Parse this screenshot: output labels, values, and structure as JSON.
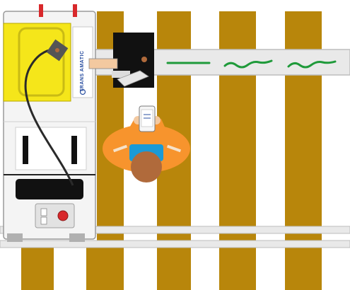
{
  "device": {
    "brand_label": "TRANS AMATIC"
  },
  "colors": {
    "background": "#ffffff",
    "sleeper": "#b8860b",
    "rail": "#e9e9e9",
    "rail_edge": "#bdbdbd",
    "housing": "#f4f4f4",
    "housing_edge": "#9a9a9a",
    "yellow_panel": "#f5e61a",
    "red_marker": "#d8282b",
    "clamp_block": "#111111",
    "cable": "#2a2a2a",
    "gauge_line": "#1f9a3a",
    "worker_vest": "#f7942d",
    "worker_shirt": "#1a9ad6",
    "worker_hair": "#b06a3b",
    "worker_skin": "#f3c9a0"
  },
  "icons": [
    "device-housing",
    "clamp-tool",
    "cable",
    "rail-worker",
    "handheld-tablet",
    "power-button-icon",
    "red-marker-icon"
  ]
}
